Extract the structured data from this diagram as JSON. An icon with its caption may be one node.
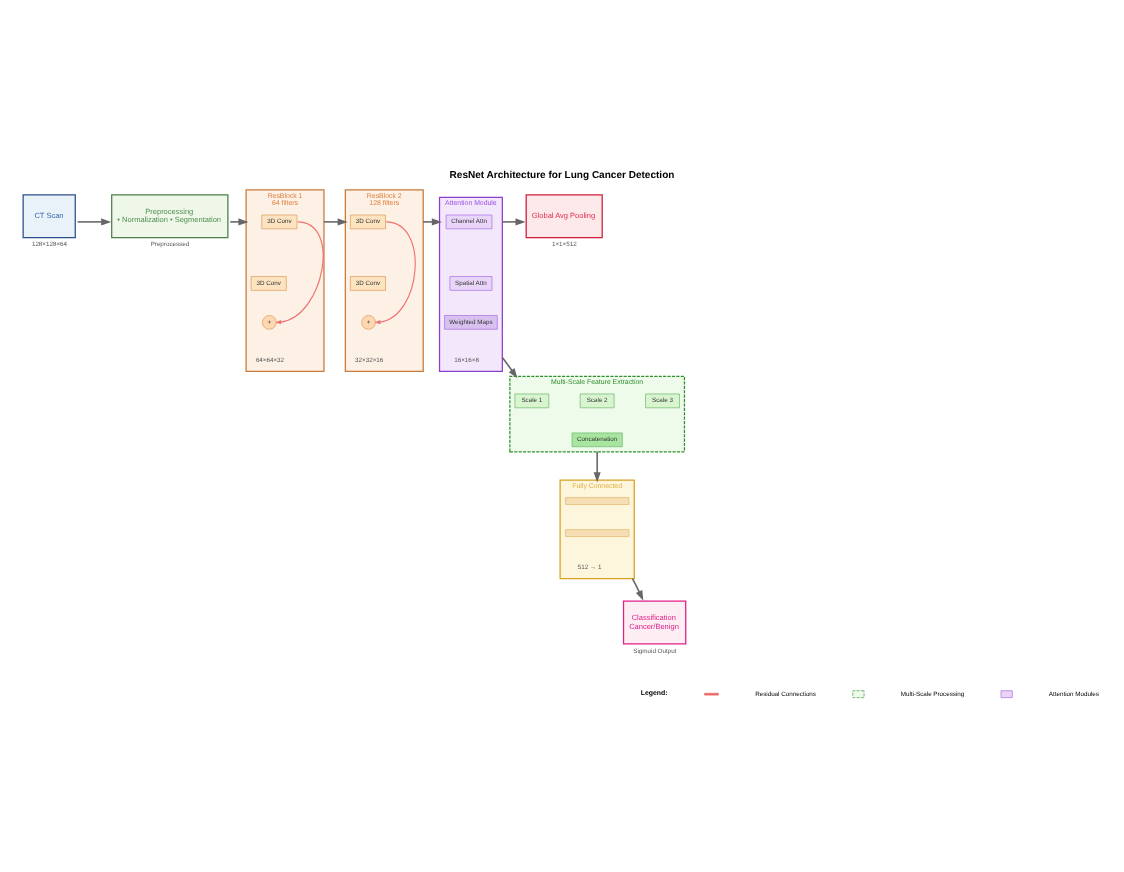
{
  "diagram": {
    "title": "ResNet Architecture for Lung Cancer Detection",
    "nodes": [
      {
        "text": [
          "CT Scan"
        ],
        "beside": [
          "128×128×64"
        ]
      },
      {
        "text": [
          "Preprocessing",
          "• Normalization • Segmentation"
        ],
        "beside": [
          "Preprocessed"
        ]
      },
      {
        "text": [
          "ResBlock 1",
          "64 filters"
        ],
        "beside": [
          "64×64×32"
        ]
      },
      {
        "text": [
          "3D Conv"
        ],
        "in": 2
      },
      {
        "text": [
          "3D Conv"
        ],
        "in": 2
      },
      {
        "text": [
          "+"
        ],
        "in": 2
      },
      {
        "text": [
          "ResBlock 2",
          "128 filters"
        ],
        "beside": [
          "32×32×16"
        ]
      },
      {
        "text": [
          "3D Conv"
        ],
        "in": 6
      },
      {
        "text": [
          "3D Conv"
        ],
        "in": 6
      },
      {
        "text": [
          "+"
        ],
        "in": 6
      },
      {
        "text": [
          "Attention Module"
        ],
        "beside": [
          "16×16×8"
        ]
      },
      {
        "text": [
          "Channel Attn"
        ],
        "in": 10
      },
      {
        "text": [
          "Spatial Attn"
        ],
        "in": 10
      },
      {
        "text": [
          "Weighted Maps"
        ],
        "in": 10
      },
      {
        "text": [
          "Global Avg Pooling"
        ],
        "beside": [
          "1×1×512"
        ]
      },
      {
        "text": [
          "Multi-Scale Feature Extraction"
        ]
      },
      {
        "text": [
          "Scale 1"
        ],
        "in": 15
      },
      {
        "text": [
          "Scale 2"
        ],
        "in": 15
      },
      {
        "text": [
          "Scale 3"
        ],
        "in": 15
      },
      {
        "text": [
          "Concatenation"
        ],
        "in": 15
      },
      {
        "text": [
          "Fully Connected"
        ],
        "beside": [
          "512 → 1"
        ]
      },
      {
        "text": [],
        "shape": "bar",
        "in": 20
      },
      {
        "text": [],
        "shape": "bar",
        "in": 20
      },
      {
        "text": [
          "Classification",
          "Cancer/Benign"
        ],
        "beside": [
          "Sigmoid Output"
        ]
      }
    ],
    "edges": [
      {
        "from": 0,
        "to": 1,
        "arrow": "to"
      },
      {
        "from": 1,
        "to": 2,
        "arrow": "to"
      },
      {
        "from": 2,
        "to": 6,
        "arrow": "to"
      },
      {
        "from": 6,
        "to": 10,
        "arrow": "to"
      },
      {
        "from": 10,
        "to": 14,
        "arrow": "to"
      },
      {
        "from": 2,
        "to": 5,
        "arrow": "to",
        "color": "#f07070"
      },
      {
        "from": 6,
        "to": 9,
        "arrow": "to",
        "color": "#f07070"
      },
      {
        "from": 10,
        "to": 15,
        "arrow": "to"
      },
      {
        "from": 15,
        "to": 20,
        "arrow": "to"
      },
      {
        "from": 20,
        "to": 23,
        "arrow": "to"
      }
    ],
    "labels": [
      "Legend:"
    ],
    "legend": [
      {
        "text": "Residual Connections"
      },
      {
        "text": "Multi-Scale Processing"
      },
      {
        "text": "Attention Modules"
      }
    ]
  }
}
